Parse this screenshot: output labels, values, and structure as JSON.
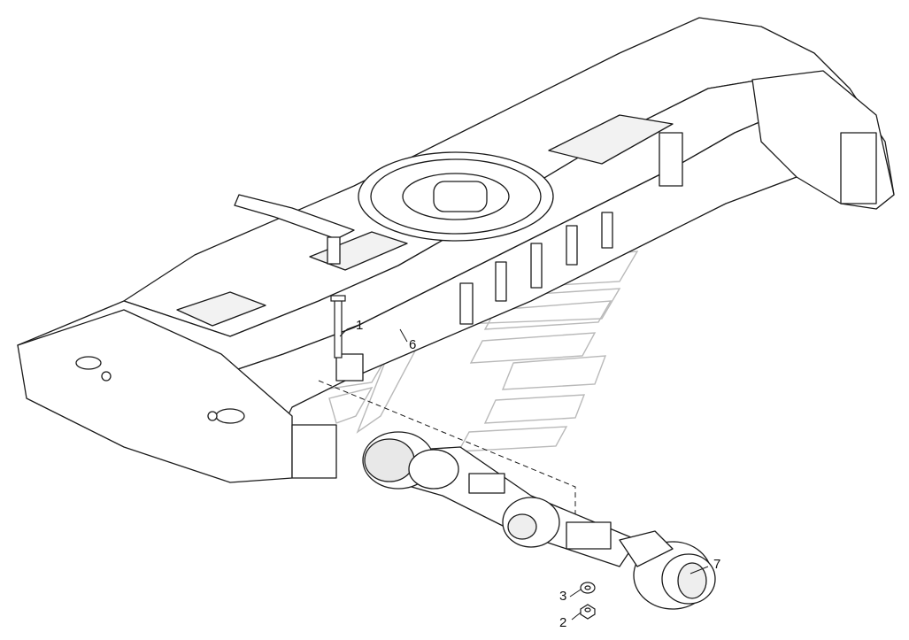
{
  "diagram": {
    "callouts": [
      {
        "id": "1",
        "label": "1"
      },
      {
        "id": "2",
        "label": "2"
      },
      {
        "id": "3",
        "label": "3"
      },
      {
        "id": "6",
        "label": "6"
      },
      {
        "id": "7",
        "label": "7"
      }
    ],
    "colors": {
      "line": "#1a1a1a",
      "watermark": "#b9b9b9",
      "fill": "#ffffff",
      "dark": "#2b2b2b"
    }
  }
}
